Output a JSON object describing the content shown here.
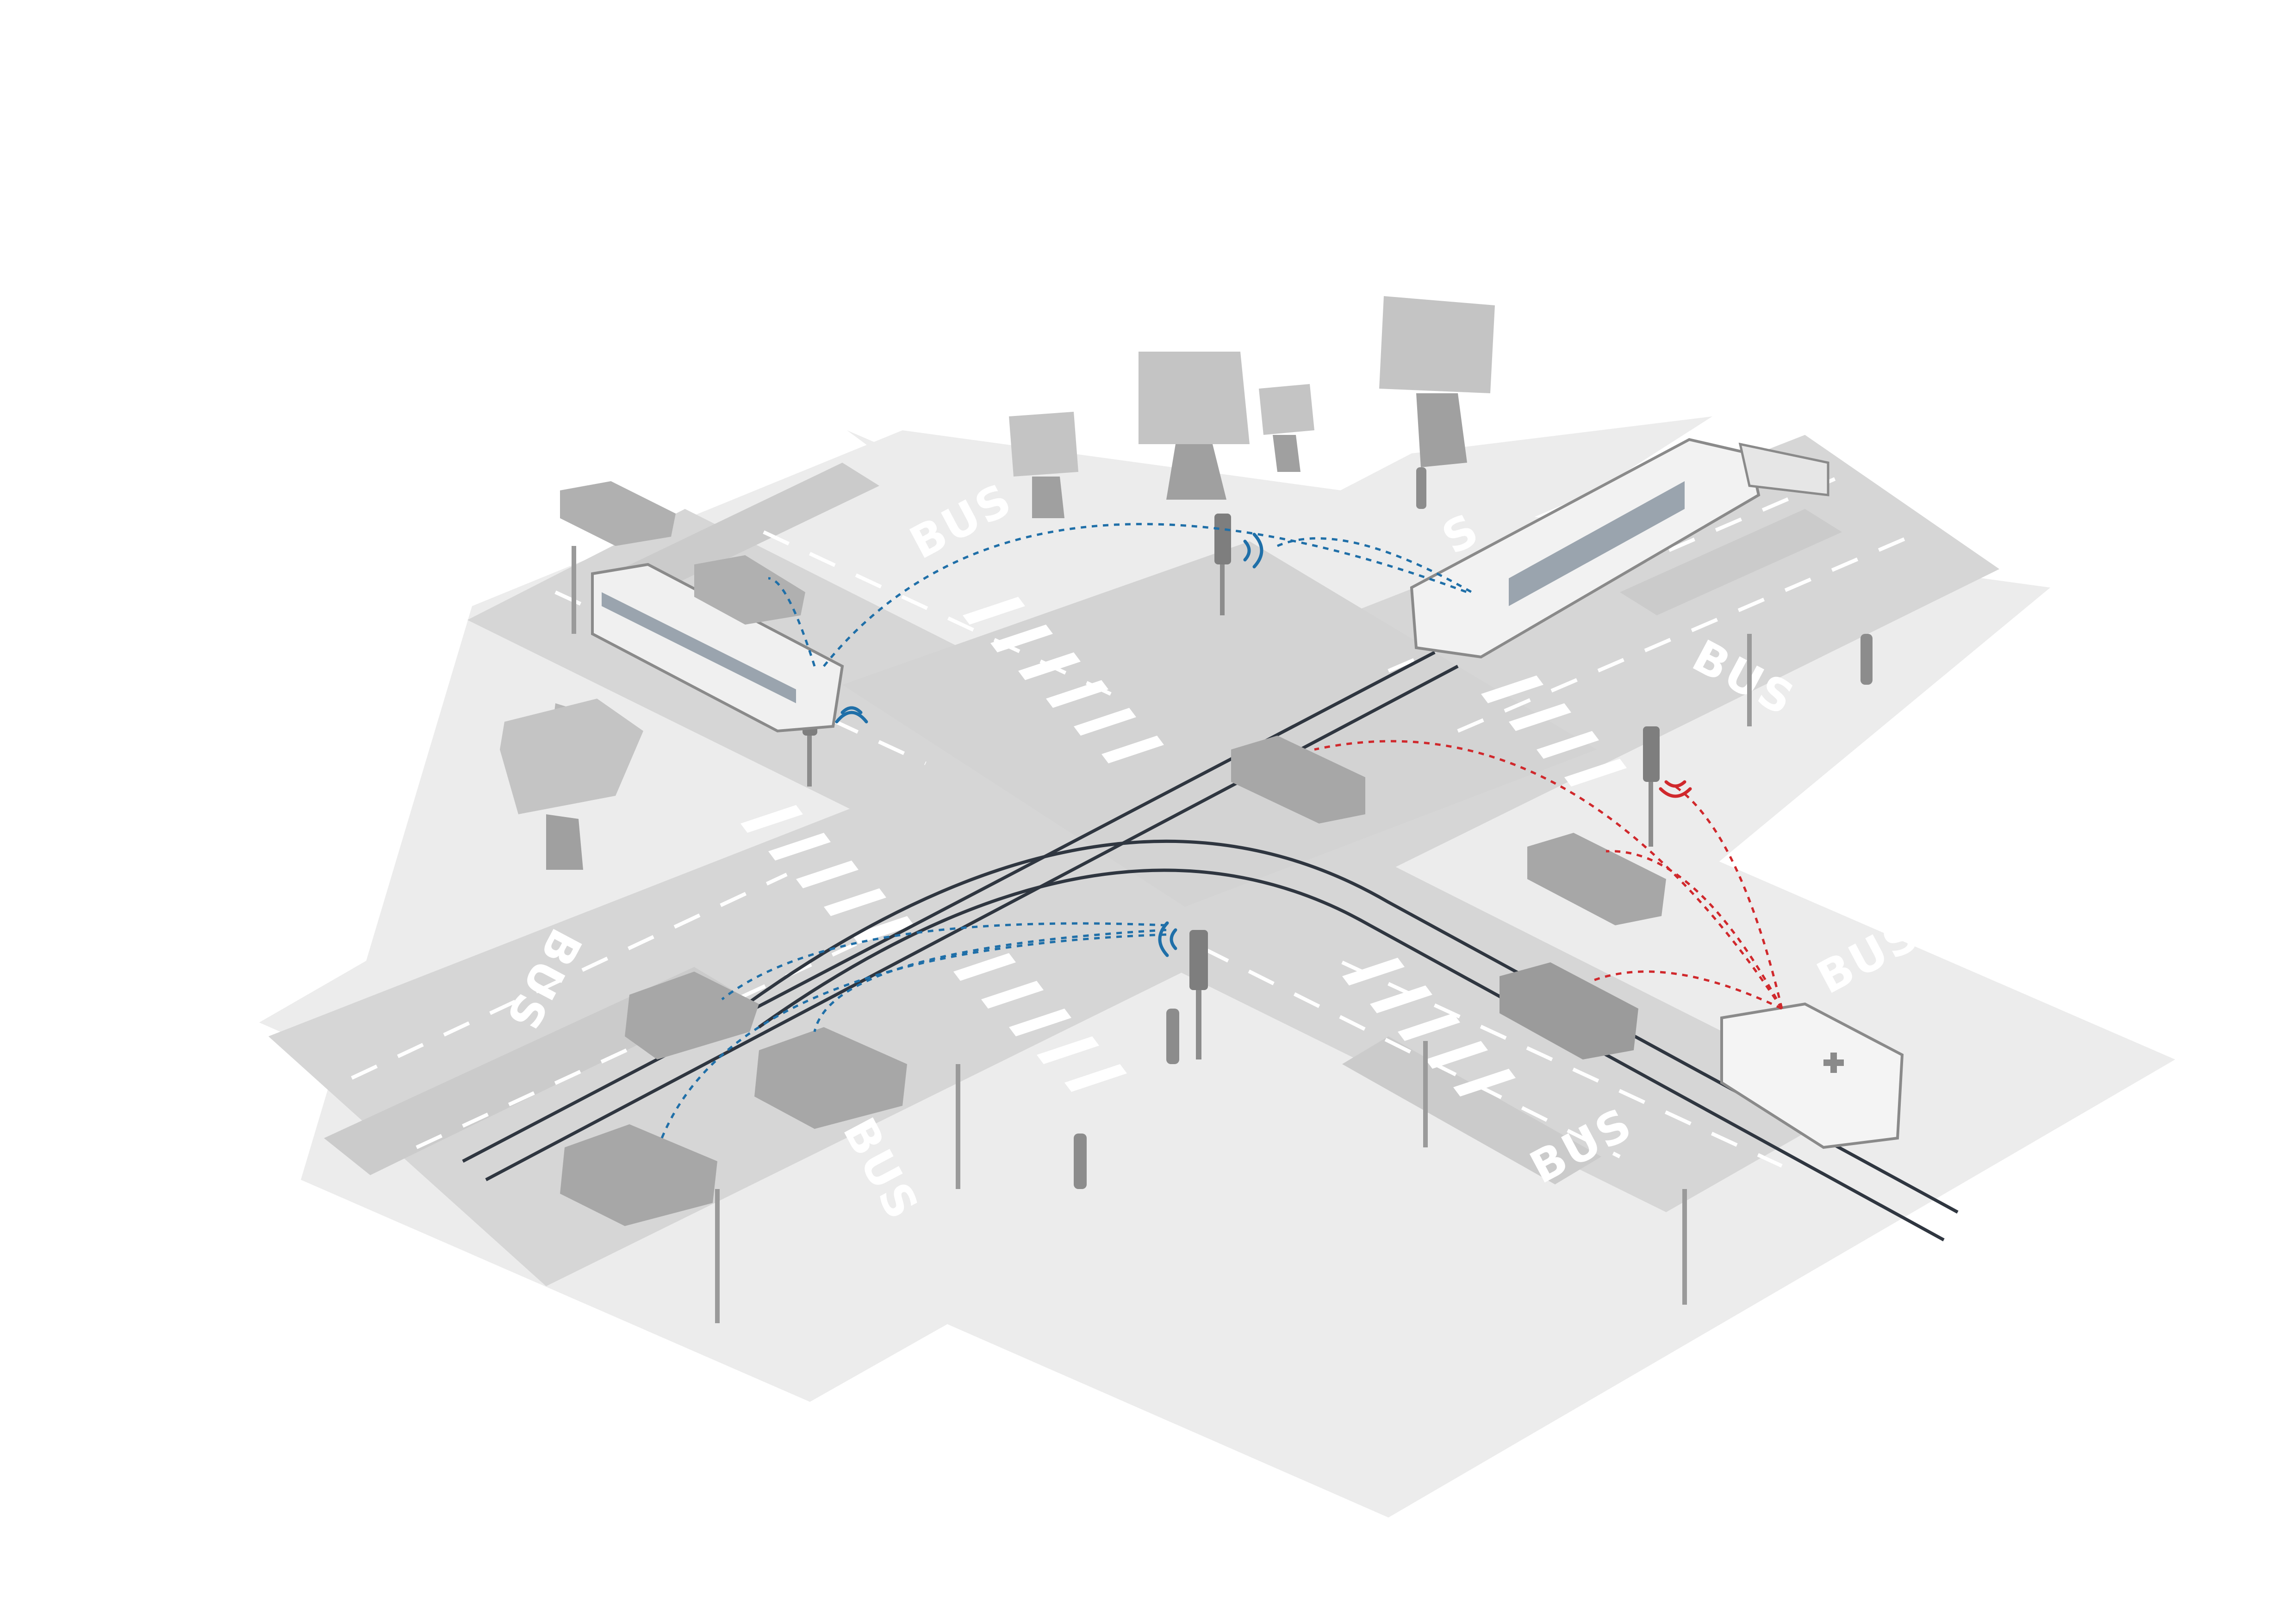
{
  "road_labels": {
    "nw": "BUS",
    "ne": "BUS",
    "sw_upper": "BUS",
    "sw_lower": "BUS",
    "se_upper": "BUS",
    "se_lower": "BUS",
    "far": "S"
  },
  "colors": {
    "road": "#d6d6d6",
    "sidewalk": "#ececec",
    "bus_lane": "#cfcfcf",
    "marking": "#ffffff",
    "tram_rail": "#2f3640",
    "vehicle": "#a7a7a7",
    "vehicle_dark": "#8f8f8f",
    "tree": "#b8b8b8",
    "signal_blue": "#1f6fa8",
    "signal_red": "#d0282c"
  },
  "icons": [
    "traffic-light-icon",
    "wifi-signal-icon",
    "tree-icon",
    "car-icon",
    "bus-icon",
    "tram-icon",
    "ambulance-icon",
    "pedestrian-icon",
    "street-lamp-icon"
  ]
}
